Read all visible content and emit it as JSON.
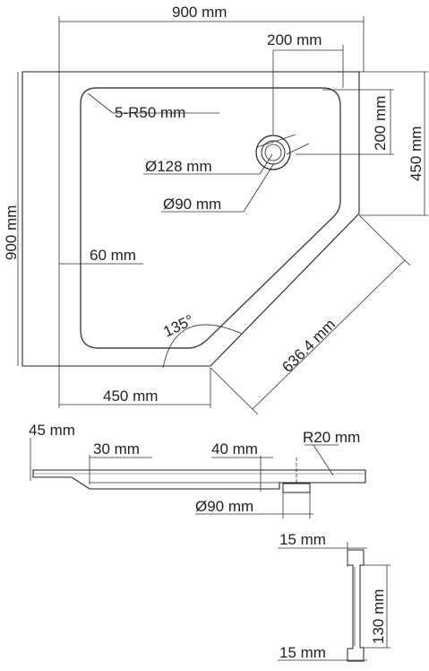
{
  "top_view": {
    "width_label": "900 mm",
    "height_label": "900 mm",
    "drain_offset_x_label": "200 mm",
    "drain_offset_y_label": "200 mm",
    "half_height_label": "450 mm",
    "corner_radius_label": "5-R50 mm",
    "drain_outer_diameter_label": "Ø128 mm",
    "drain_inner_diameter_label": "Ø90 mm",
    "rim_width_label": "60 mm",
    "angle_label": "135°",
    "diagonal_label": "636.4 mm",
    "half_width_label": "450 mm"
  },
  "side_view": {
    "height_label": "45 mm",
    "rim_label": "30 mm",
    "depth_label": "40 mm",
    "radius_label": "R20 mm",
    "drain_label": "Ø90 mm"
  },
  "profile_view": {
    "top_flange_label": "15 mm",
    "height_label": "130 mm",
    "bottom_flange_label": "15 mm"
  }
}
